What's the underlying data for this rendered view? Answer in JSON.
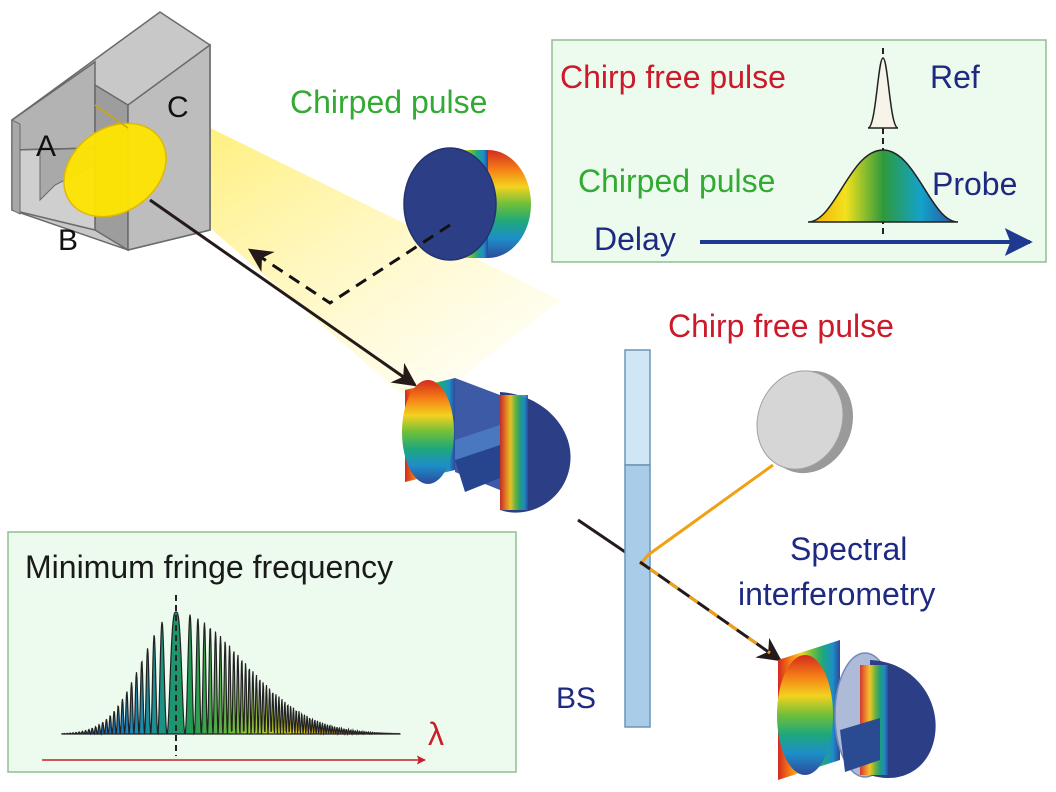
{
  "labels": {
    "chirped_pulse_top": "Chirped pulse",
    "target_a": "A",
    "target_b": "B",
    "target_c": "C",
    "chirp_free_pulse": "Chirp free pulse",
    "spectral_line1": "Spectral",
    "spectral_line2": "interferometry",
    "beam_splitter": "BS"
  },
  "inset_delay": {
    "chirp_free_pulse": "Chirp free pulse",
    "ref": "Ref",
    "chirped_pulse": "Chirped pulse",
    "probe": "Probe",
    "delay": "Delay"
  },
  "inset_fringe": {
    "title": "Minimum fringe frequency",
    "axis_symbol": "λ"
  },
  "colors": {
    "green_text": "#33aa33",
    "red_text": "#cc1a2a",
    "navy_text": "#1e2a82",
    "inset_bg": "#edfbee",
    "inset_border": "#8fbf8f",
    "yellow": "#ffe600",
    "orange_beam": "#f0a010",
    "disc_face": "#2c3f86"
  }
}
